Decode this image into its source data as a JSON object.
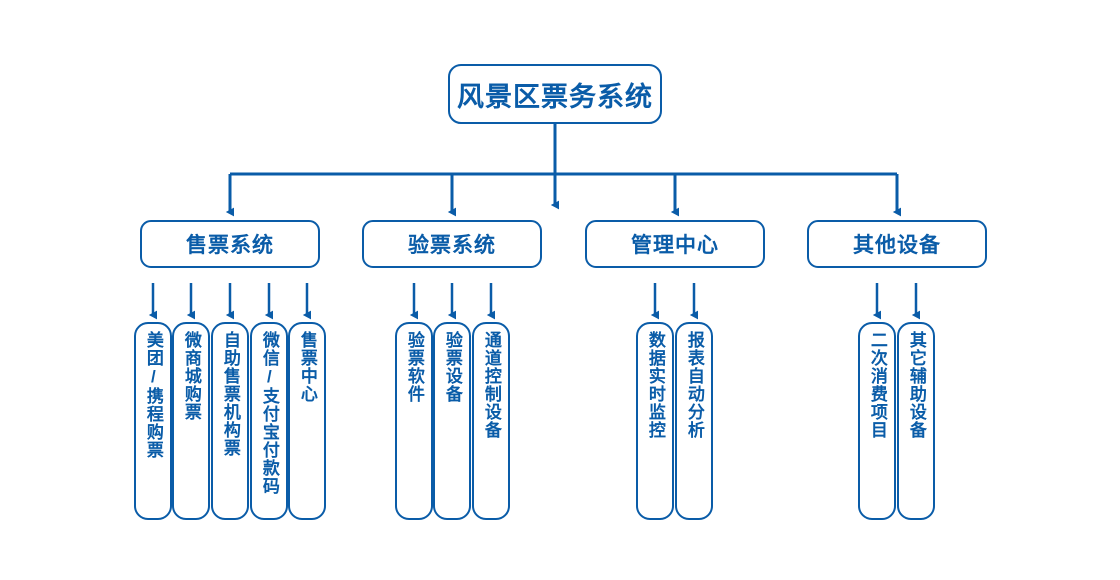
{
  "diagram": {
    "title_node": {
      "label": "风景区票务系统"
    },
    "theme": {
      "line_color": "#0a5ca8",
      "text_color": "#0a5ca8",
      "background": "#ffffff"
    },
    "groups": [
      {
        "label": "售票系统",
        "leaves": [
          {
            "label": "美团/携程购票"
          },
          {
            "label": "微商城购票"
          },
          {
            "label": "自助售票机构票"
          },
          {
            "label": "微信/支付宝付款码"
          },
          {
            "label": "售票中心"
          }
        ]
      },
      {
        "label": "验票系统",
        "leaves": [
          {
            "label": "验票软件"
          },
          {
            "label": "验票设备"
          },
          {
            "label": "通道控制设备"
          }
        ]
      },
      {
        "label": "管理中心",
        "leaves": [
          {
            "label": "数据实时监控"
          },
          {
            "label": "报表自动分析"
          }
        ]
      },
      {
        "label": "其他设备",
        "leaves": [
          {
            "label": "二次消费项目"
          },
          {
            "label": "其它辅助设备"
          }
        ]
      }
    ]
  }
}
